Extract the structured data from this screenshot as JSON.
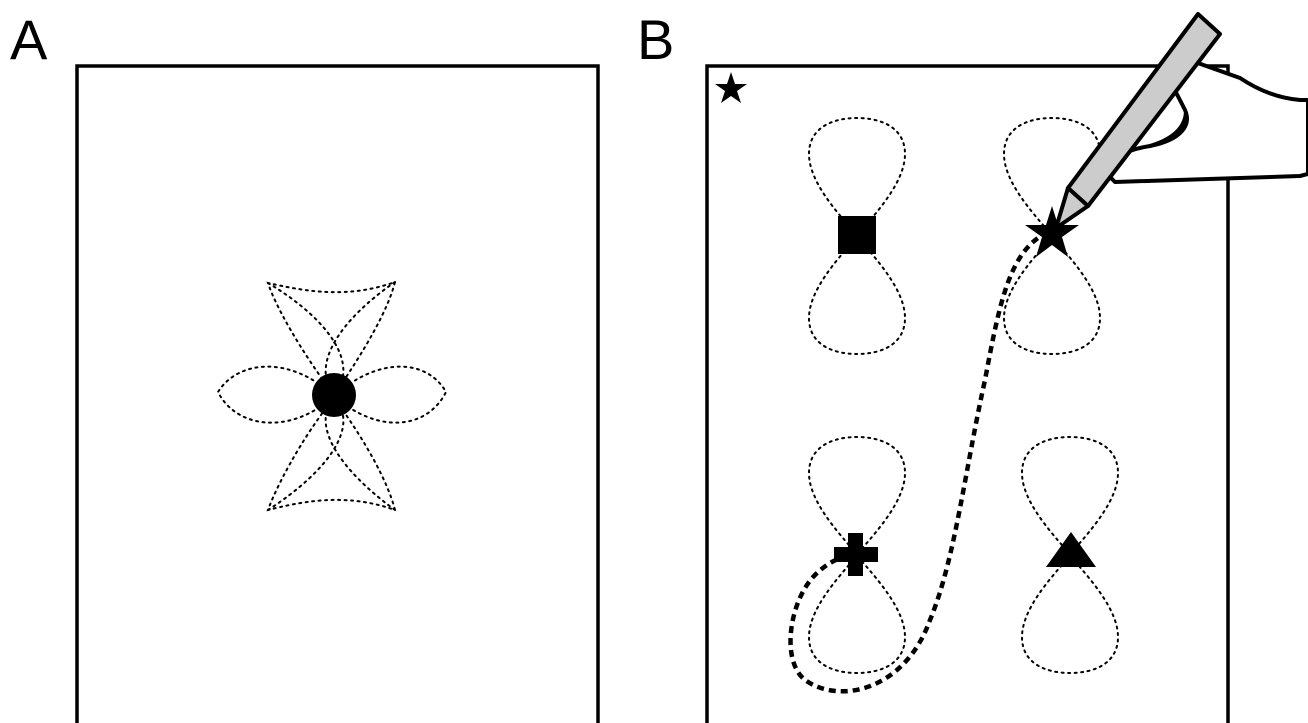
{
  "panels": [
    {
      "label": "A"
    },
    {
      "label": "B"
    }
  ],
  "colors": {
    "ink": "#000000",
    "pen_body": "#cccccc",
    "background": "#ffffff"
  },
  "panel_a": {
    "marker": "filled-circle",
    "path_style": "dotted"
  },
  "panel_b": {
    "corner_marker": "star-icon",
    "targets": [
      "square",
      "star",
      "plus",
      "triangle"
    ],
    "traced_path_style": "dashed",
    "guide_path_style": "dotted",
    "hand_tool": "pen"
  }
}
